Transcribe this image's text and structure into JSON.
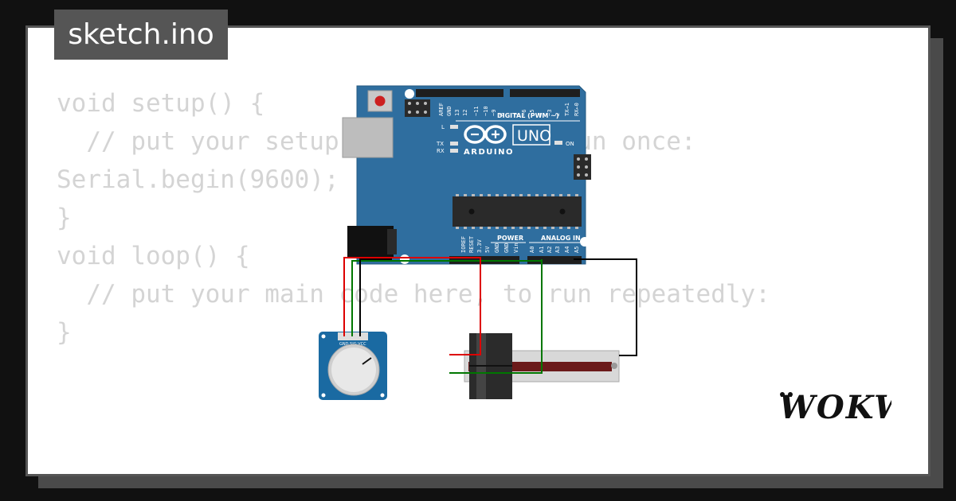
{
  "title": "sketch.ino",
  "code_lines": [
    "void setup() {",
    "  // put your setup code here, to run once:",
    "Serial.begin(9600);",
    "}",
    "",
    "void loop() {",
    "  // put your main code here, to run repeatedly:",
    "",
    "}"
  ],
  "board": {
    "name": "ARDUINO",
    "model": "UNO",
    "digital_label": "DIGITAL (PWM ~)",
    "power_label": "POWER",
    "analog_label": "ANALOG IN",
    "led_l": "L",
    "led_tx": "TX",
    "led_rx": "RX",
    "led_on": "ON",
    "pins_top": [
      "AREF",
      "GND",
      "13",
      "12",
      "~11",
      "~10",
      "~9",
      "8",
      "7",
      "~6",
      "~5",
      "4",
      "~3",
      "2",
      "TX→1",
      "RX←0"
    ],
    "pins_power": [
      "IOREF",
      "RESET",
      "3.3V",
      "5V",
      "GND",
      "GND",
      "Vin"
    ],
    "pins_analog": [
      "A0",
      "A1",
      "A2",
      "A3",
      "A4",
      "A5"
    ]
  },
  "rotary_pot": {
    "pins_label": "GND SIG VCC"
  },
  "logo": "WOKWi",
  "colors": {
    "board": "#2f6e9f",
    "wire_red": "#dd0000",
    "wire_green": "#007700",
    "wire_black": "#000000",
    "tab": "#555555",
    "code": "#d4d4d4"
  }
}
